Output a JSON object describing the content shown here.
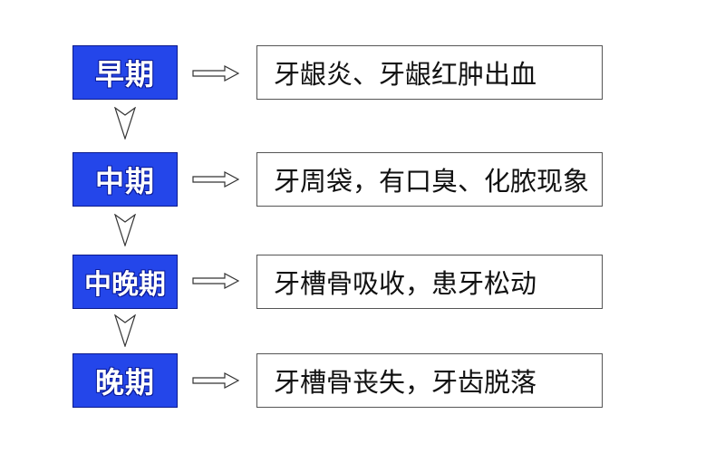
{
  "colors": {
    "stage_fill": "#2446ea",
    "stage_text": "#ffffff",
    "desc_border": "#555555",
    "arrow_stroke": "#333333"
  },
  "stages": [
    {
      "label": "早期",
      "description": "牙龈炎、牙龈红肿出血"
    },
    {
      "label": "中期",
      "description": "牙周袋，有口臭、化脓现象"
    },
    {
      "label": "中晚期",
      "description": "牙槽骨吸收，患牙松动"
    },
    {
      "label": "晚期",
      "description": "牙槽骨丧失，牙齿脱落"
    }
  ]
}
